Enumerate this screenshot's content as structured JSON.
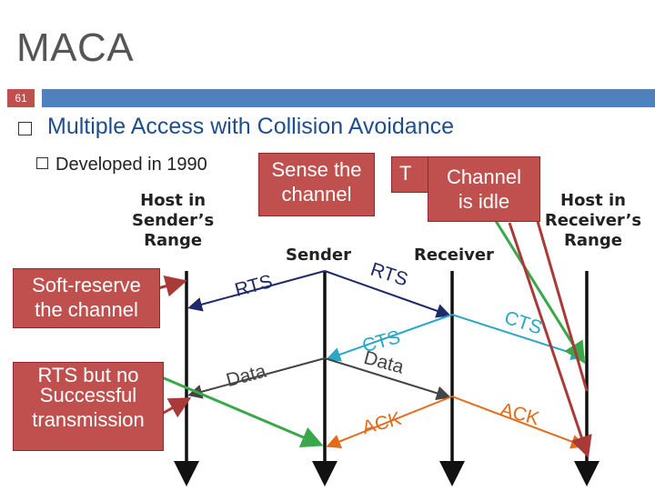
{
  "slide": {
    "title": "MACA",
    "number": "61",
    "bullet1": {
      "w1": "Multiple",
      "w2": " Access with ",
      "w3": "Collision",
      "w4": " Avoidance"
    },
    "bullet2": "Developed in 1990"
  },
  "labels": {
    "host_sender": [
      "Host in",
      "Sender’s",
      "Range"
    ],
    "sender": "Sender",
    "receiver": "Receiver",
    "host_receiver": [
      "Host in",
      "Receiver’s",
      "Range"
    ]
  },
  "messages": {
    "rts1": "RTS",
    "rts2": "RTS",
    "cts1": "CTS",
    "cts2": "CTS",
    "data1": "Data",
    "data2": "Data",
    "ack1": "ACK",
    "ack2": "ACK"
  },
  "callouts": {
    "sense": [
      "Sense the",
      "channel"
    ],
    "t_partial": "T",
    "idle": [
      "Channel",
      "is idle"
    ],
    "soft": [
      "Soft-reserve",
      "the channel"
    ],
    "rts_no": "RTS but no",
    "success": [
      "Successful",
      "transmission"
    ]
  },
  "colors": {
    "rts": "#1f2a6b",
    "cts": "#2aa7c5",
    "data": "#222222",
    "ack": "#e36c1a",
    "callout": "#c0504d",
    "green": "#3aa84a",
    "accent_bar": "#4f81bd"
  }
}
